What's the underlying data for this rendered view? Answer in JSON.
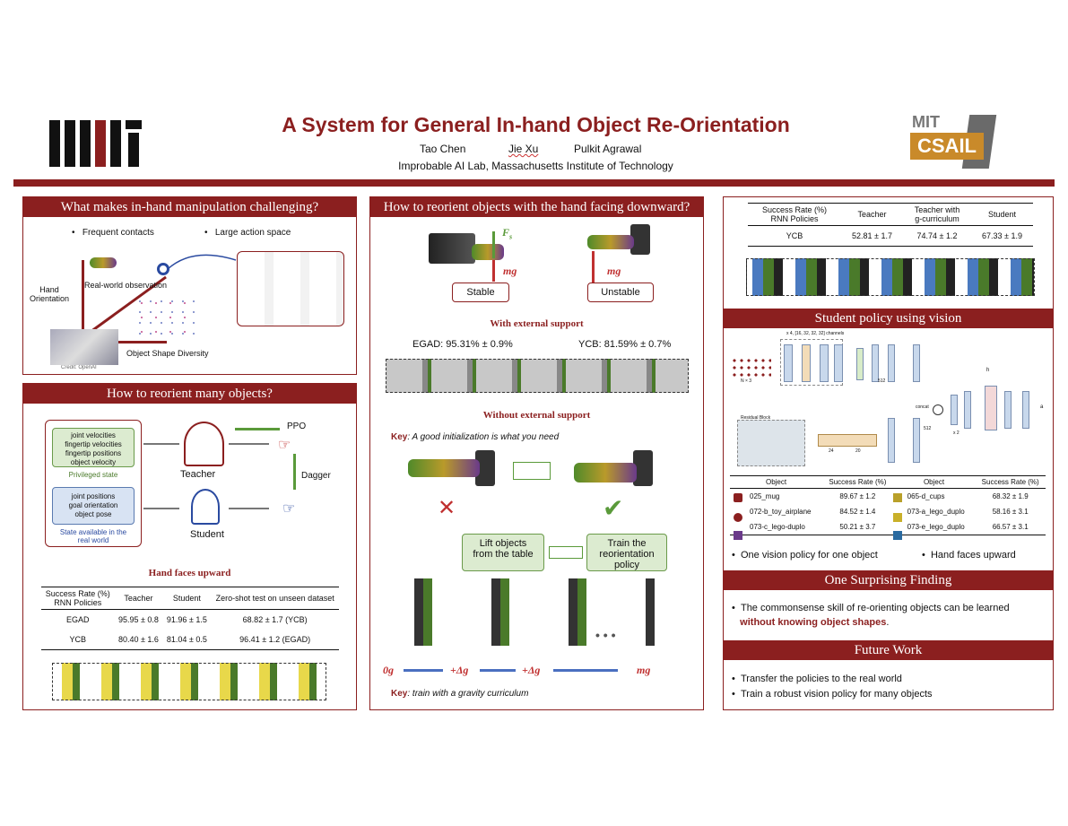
{
  "header": {
    "title": "A System for General In-hand Object Re-Orientation",
    "authors": [
      "Tao Chen",
      "Jie Xu",
      "Pulkit Agrawal"
    ],
    "affiliation": "Improbable AI Lab, Massachusetts Institute of Technology",
    "logo_left": "MIT",
    "logo_right_top": "MIT",
    "logo_right_bottom": "CSAIL"
  },
  "challenge": {
    "title": "What makes in-hand manipulation challenging?",
    "bullet1": "Frequent contacts",
    "bullet2": "Large action space",
    "axis_y": "Hand\nOrientation",
    "realworld": "Real-world observation",
    "axis_x": "Object Shape Diversity",
    "credit": "Credit: OpenAI"
  },
  "many": {
    "title": "How to reorient many objects?",
    "priv_lines": [
      "joint velocities",
      "fingertip velocities",
      "fingertip positions",
      "object velocity"
    ],
    "priv_label": "Privileged state",
    "real_lines": [
      "joint positions",
      "goal orientation",
      "object pose"
    ],
    "real_label": "State available in the real world",
    "teacher": "Teacher",
    "student": "Student",
    "ppo": "PPO",
    "dagger": "Dagger",
    "subtitle": "Hand faces upward",
    "table": {
      "headers": [
        "Success Rate (%)\nRNN Policies",
        "Teacher",
        "Student",
        "Zero-shot test on unseen dataset"
      ],
      "rows": [
        [
          "EGAD",
          "95.95 ± 0.8",
          "91.96 ± 1.5",
          "68.82 ± 1.7 (YCB)"
        ],
        [
          "YCB",
          "80.40 ± 1.6",
          "81.04 ± 0.5",
          "96.41 ± 1.2 (EGAD)"
        ]
      ]
    }
  },
  "down": {
    "title": "How to reorient objects with the hand facing downward?",
    "fs": "F",
    "fs_sub": "s",
    "mg": "mg",
    "stable": "Stable",
    "unstable": "Unstable",
    "with_support": "With external support",
    "egad": "EGAD: 95.31% ± 0.9%",
    "ycb": "YCB: 81.59% ± 0.7%",
    "without_support": "Without external support",
    "key1_label": "Key",
    "key1": ": A good initialization is what you need",
    "lift": "Lift objects from the table",
    "train": "Train the reorientation policy",
    "g0": "0g",
    "dg1": "+Δg",
    "dg2": "+Δg",
    "mg2": "mg",
    "dots": "• • •",
    "key2_label": "Key",
    "key2": ": train with a gravity curriculum"
  },
  "right": {
    "table": {
      "headers": [
        "Success Rate (%)\nRNN Policies",
        "Teacher",
        "Teacher with\ng-curriculum",
        "Student"
      ],
      "row": [
        "YCB",
        "52.81 ± 1.7",
        "74.74 ± 1.2",
        "67.33 ± 1.9"
      ]
    },
    "vision_title": "Student policy using vision",
    "nn": {
      "top_label": "x 4, [16, 32, 32, 32] channels",
      "n3": "N × 3",
      "x2": "x 2",
      "concat": "concat",
      "res": "Residual Block",
      "d24": "24",
      "d20": "20",
      "s512a": "512",
      "s512b": "512",
      "h": "h",
      "ot": "a"
    },
    "vtable": {
      "headers": [
        "Object",
        "Success Rate (%)",
        "Object",
        "Success Rate (%)"
      ],
      "rows": [
        [
          "025_mug",
          "89.67 ± 1.2",
          "065-d_cups",
          "68.32 ± 1.9"
        ],
        [
          "072-b_toy_airplane",
          "84.52 ± 1.4",
          "073-a_lego_duplo",
          "58.16 ± 3.1"
        ],
        [
          "073-c_lego-duplo",
          "50.21 ± 3.7",
          "073-e_lego_duplo",
          "66.57 ± 3.1"
        ]
      ]
    },
    "vb1": "One vision policy for one object",
    "vb2": "Hand faces upward",
    "finding_title": "One Surprising Finding",
    "finding_text": "The commonsense skill of re-orienting objects can be learned",
    "finding_bold": "without knowing object shapes",
    "future_title": "Future Work",
    "future1": "Transfer the policies to the real world",
    "future2": "Train a robust vision policy for many objects"
  },
  "colors": {
    "maroon": "#8b1f1f",
    "green": "#5a9a3a",
    "blue": "#4a6fc0"
  }
}
